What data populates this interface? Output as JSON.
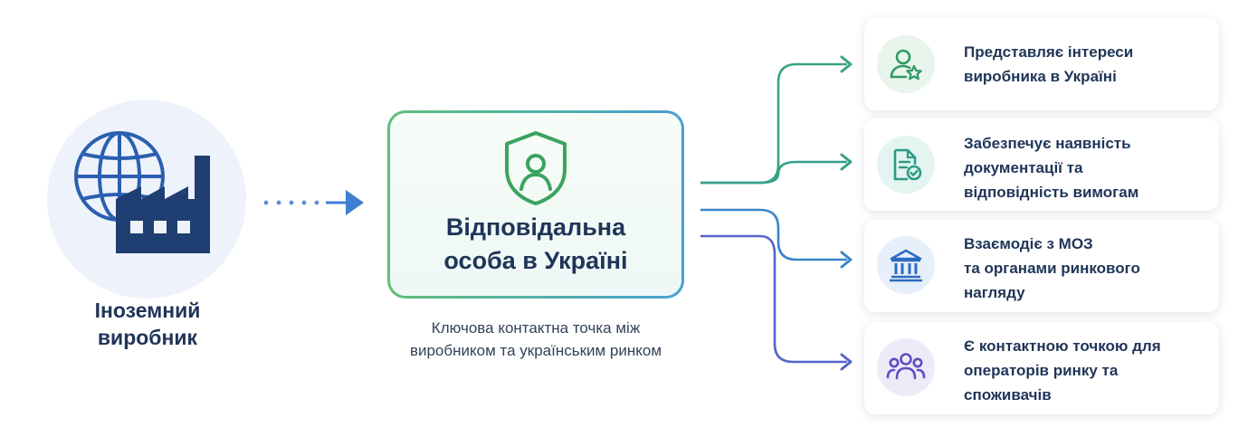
{
  "manufacturer": {
    "label_line1": "Іноземний",
    "label_line2": "виробник"
  },
  "central": {
    "title_line1": "Відповідальна",
    "title_line2": "особа в Україні",
    "subtitle_line1": "Ключова контактна точка між",
    "subtitle_line2": "виробником та українським ринком"
  },
  "cards": [
    {
      "icon": "user-star-icon",
      "color": "#2f9a63",
      "bg": "#e8f5ec",
      "lines": [
        "Представляє інтереси",
        "виробника в Україні"
      ]
    },
    {
      "icon": "document-check-icon",
      "color": "#2a9b86",
      "bg": "#e4f4f1",
      "lines": [
        "Забезпечує наявність",
        "документації та",
        "відповідність вимогам"
      ]
    },
    {
      "icon": "bank-building-icon",
      "color": "#2b6cbf",
      "bg": "#e6effa",
      "lines": [
        "Взаємодіє з МОЗ",
        "та органами ринкового",
        "нагляду"
      ]
    },
    {
      "icon": "people-group-icon",
      "color": "#5c4fc0",
      "bg": "#eeebf9",
      "lines": [
        "Є контактною точкою для",
        "операторів ринку та",
        "споживачів"
      ]
    }
  ],
  "colors": {
    "dark_navy": "#1f3558",
    "green": "#5ec07a",
    "blue": "#4a90d9",
    "purple": "#5c4fc0"
  }
}
